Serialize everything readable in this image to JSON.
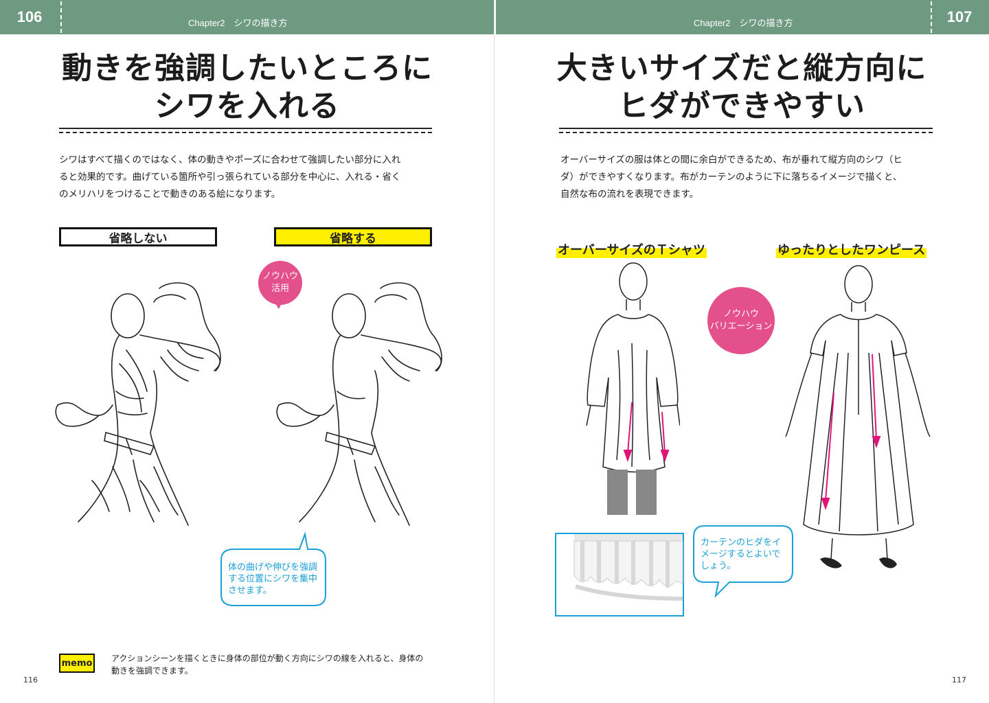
{
  "left": {
    "page_number": "106",
    "chapter": "Chapter2　シワの描き方",
    "title_line1": "動きを強調したいところに",
    "title_line2": "シワを入れる",
    "body": [
      "シワはすべて描くのではなく、体の動きやポーズに合わせて強調したい部分に入れ",
      "ると効果的です。曲げている箇所や引っ張られている部分を中心に、入れる・省く",
      "のメリハリをつけることで動きのある絵になります。"
    ],
    "label_no_omit": "省略しない",
    "label_omit": "省略する",
    "badge": [
      "ノウハウ",
      "活用"
    ],
    "bubble": [
      "体の曲げや伸びを強調",
      "する位置にシワを集中",
      "させます。"
    ],
    "memo_tag": "memo",
    "memo_text": [
      "アクションシーンを描くときに身体の部位が動く方向にシワの線を入れると、身体の",
      "動きを強調できます。"
    ],
    "folio": "116"
  },
  "right": {
    "page_number": "107",
    "chapter": "Chapter2　シワの描き方",
    "title_line1": "大きいサイズだと縦方向に",
    "title_line2": "ヒダができやすい",
    "body": [
      "オーバーサイズの服は体との間に余白ができるため、布が垂れて縦方向のシワ（ヒ",
      "ダ）ができやすくなります。布がカーテンのように下に落ちるイメージで描くと、",
      "自然な布の流れを表現できます。"
    ],
    "label_tshirt": "オーバーサイズのＴシャツ",
    "label_dress": "ゆったりとしたワンピース",
    "badge": [
      "ノウハウ",
      "バリエーション"
    ],
    "bubble": [
      "カーテンのヒダをイ",
      "メージするとよいで",
      "しょう。"
    ],
    "folio": "117"
  },
  "colors": {
    "header": "#6f9a82",
    "highlight": "#ffef00",
    "pink": "#e4508c",
    "bubble_blue": "#1aa0d8",
    "arrow": "#e0157a"
  },
  "icons": [
    "speech-bubble",
    "arrow-down"
  ]
}
